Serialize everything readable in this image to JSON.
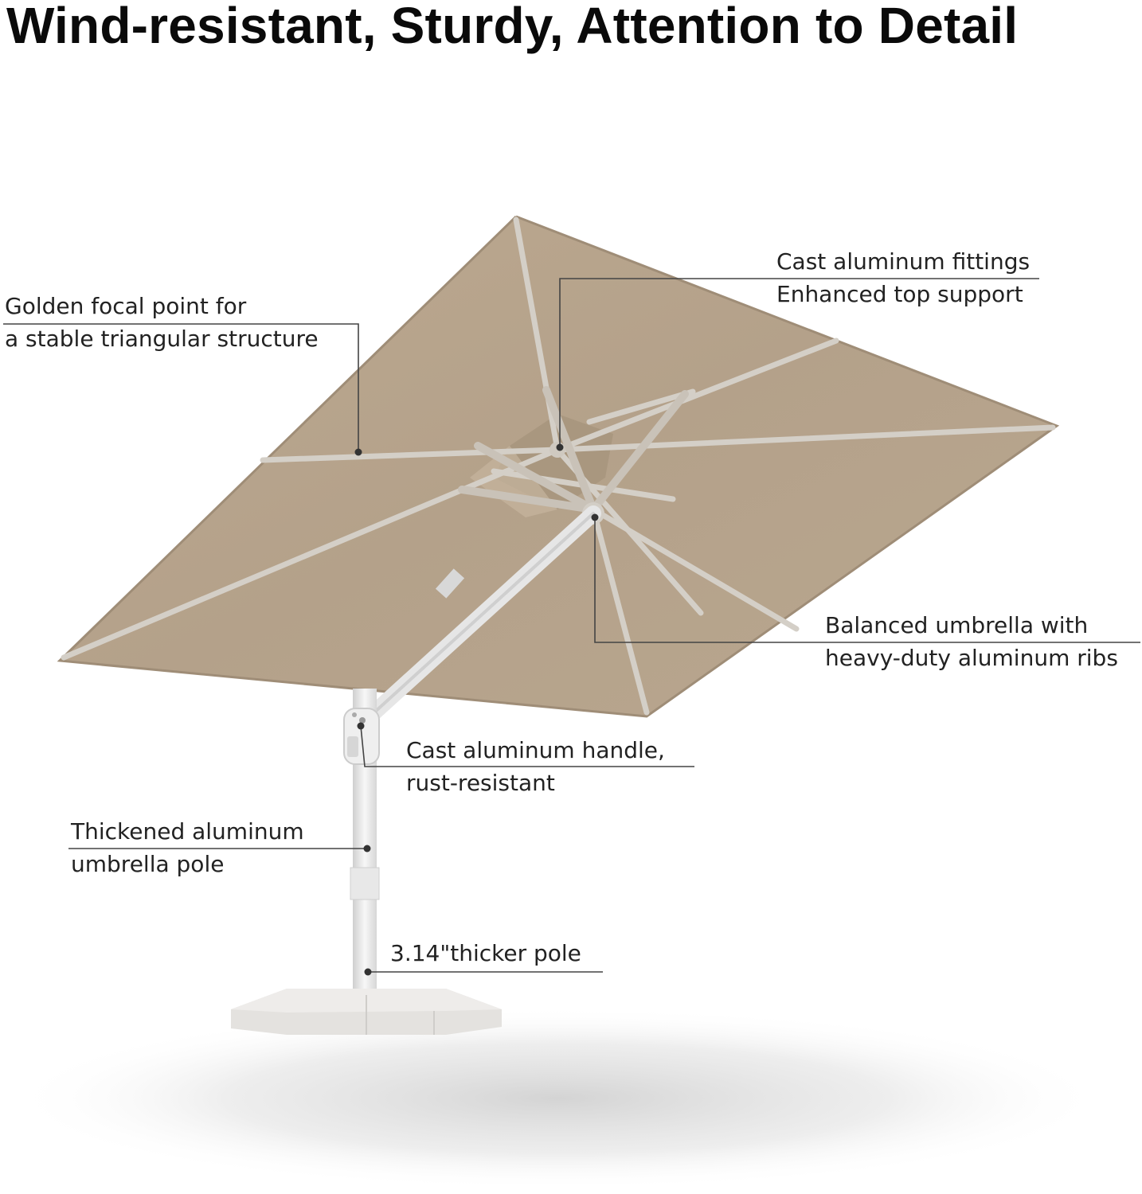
{
  "headline": "Wind-resistant, Sturdy, Attention to Detail",
  "callouts": {
    "golden_focal": {
      "line1": "Golden focal point for",
      "line2": "a stable triangular structure"
    },
    "cast_fittings": {
      "line1": "Cast aluminum fittings",
      "line2": "Enhanced top support"
    },
    "balanced": {
      "line1": "Balanced umbrella with",
      "line2": "heavy-duty aluminum ribs"
    },
    "handle": {
      "line1": "Cast aluminum handle,",
      "line2": "rust-resistant"
    },
    "pole": {
      "line1": "Thickened aluminum",
      "line2": "umbrella pole"
    },
    "thicker": {
      "line1": "3.14\"thicker pole"
    }
  },
  "colors": {
    "canopy": "#b8a690",
    "canopy_shade": "#a8967f",
    "frame": "#d9d6d0",
    "leader_line": "#444444",
    "text": "#222222"
  }
}
